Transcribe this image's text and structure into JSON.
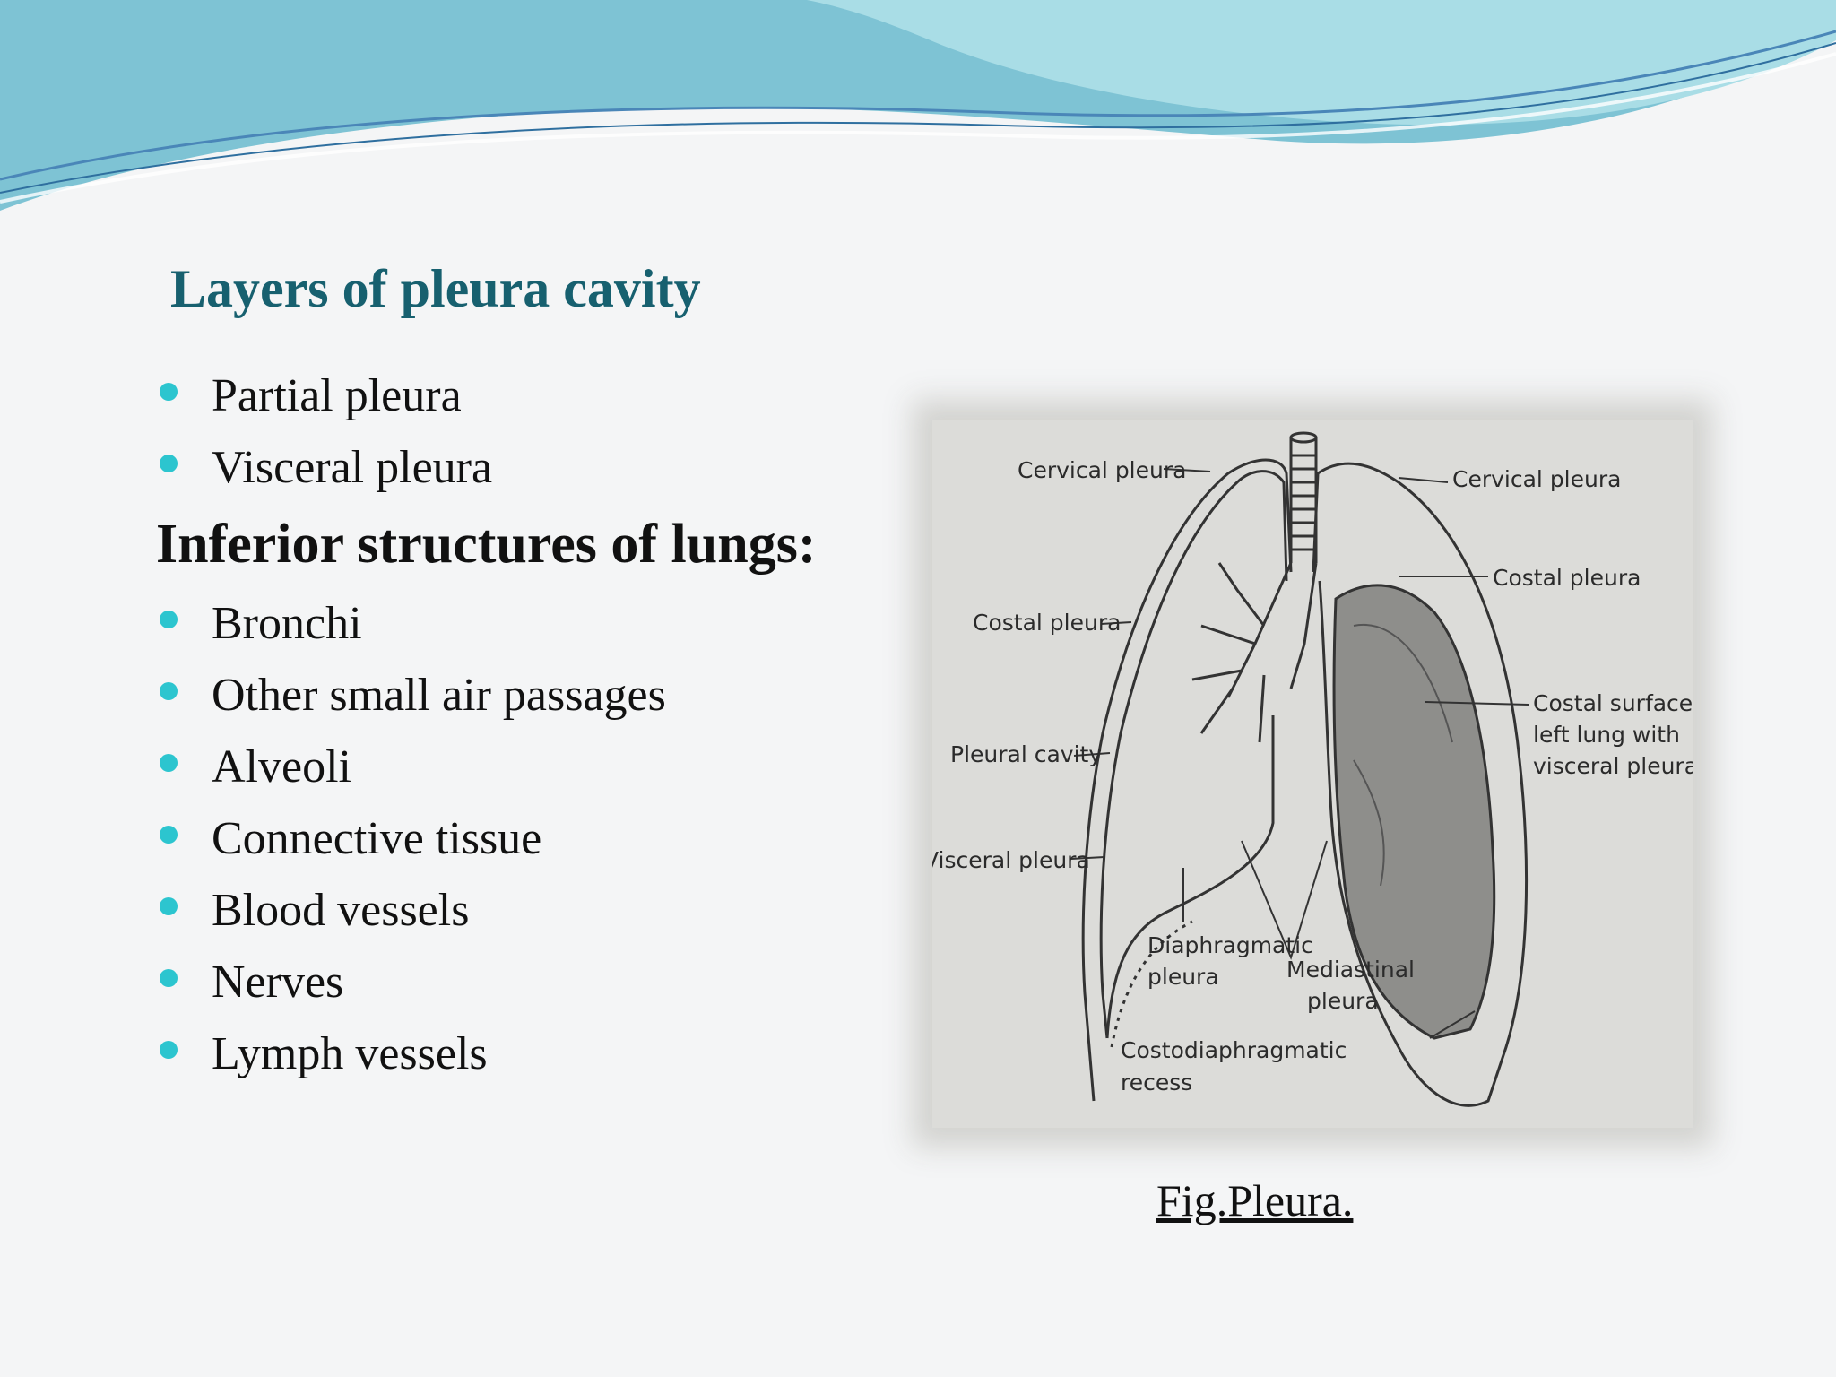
{
  "slide": {
    "title": "Layers of pleura cavity",
    "layers": [
      "Partial pleura",
      "Visceral pleura"
    ],
    "subheading": "Inferior structures of lungs:",
    "structures": [
      "Bronchi",
      "Other small air passages",
      "Alveoli",
      "Connective tissue",
      "Blood vessels",
      "Nerves",
      "Lymph vessels"
    ],
    "caption": "Fig.Pleura."
  },
  "figure": {
    "labels": {
      "cervical_left": "Cervical pleura",
      "cervical_right": "Cervical pleura",
      "costal_left": "Costal pleura",
      "costal_right": "Costal pleura",
      "costal_surface_1": "Costal surface of",
      "costal_surface_2": "left lung with",
      "costal_surface_3": "visceral pleura",
      "pleural_cavity": "Pleural cavity",
      "visceral": "Visceral pleura",
      "diaphragmatic_1": "Diaphragmatic",
      "diaphragmatic_2": "pleura",
      "mediastinal_1": "Mediastinal",
      "mediastinal_2": "pleura",
      "costodiaphragmatic_1": "Costodiaphragmatic",
      "costodiaphragmatic_2": "recess"
    }
  },
  "colors": {
    "title": "#17606f",
    "bullet": "#2cc5cf",
    "wave_dark": "#6fb9cc",
    "wave_light": "#a8dce6"
  }
}
